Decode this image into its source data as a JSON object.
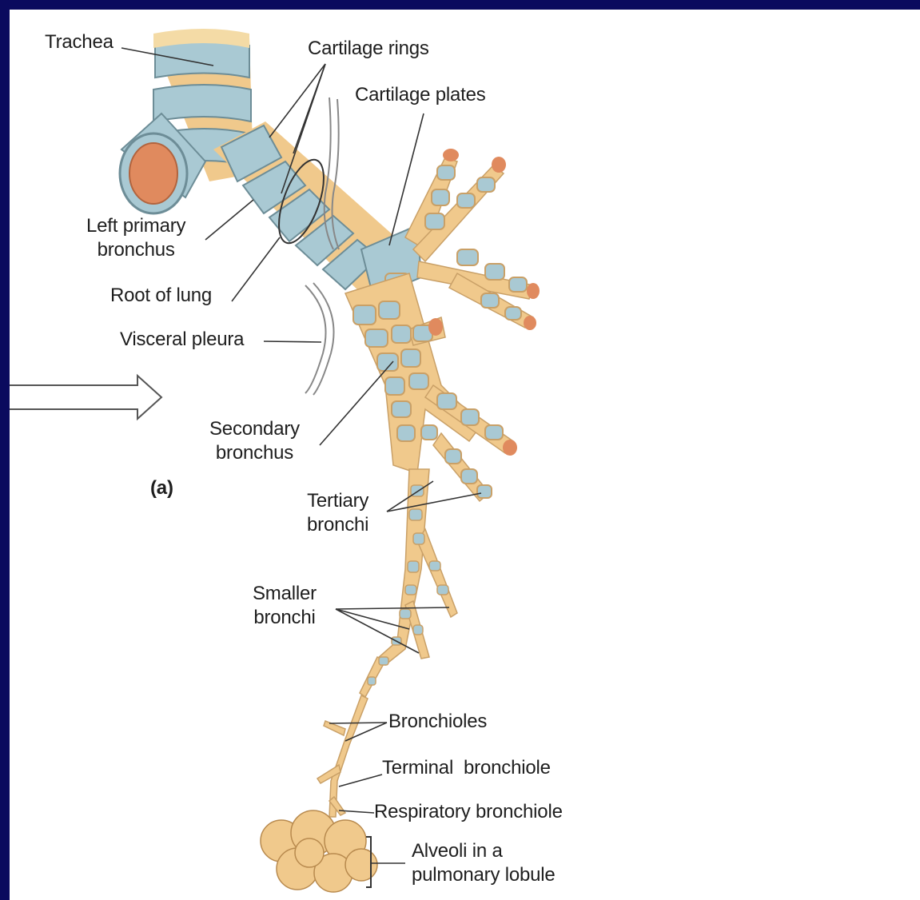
{
  "figure": {
    "panel_label": "(a)",
    "labels": {
      "trachea": "Trachea",
      "cartilage_rings": "Cartilage rings",
      "cartilage_plates": "Cartilage plates",
      "left_primary_bronchus": [
        "Left primary",
        "bronchus"
      ],
      "root_of_lung": "Root of lung",
      "visceral_pleura": "Visceral pleura",
      "secondary_bronchus": [
        "Secondary",
        "bronchus"
      ],
      "tertiary_bronchi": [
        "Tertiary",
        "bronchi"
      ],
      "smaller_bronchi": [
        "Smaller",
        "bronchi"
      ],
      "bronchioles": "Bronchioles",
      "terminal_bronchiole": "Terminal  bronchiole",
      "respiratory_bronchiole": "Respiratory bronchiole",
      "alveoli": [
        "Alveoli in a",
        "pulmonary lobule"
      ]
    }
  },
  "colors": {
    "frame": "#0a0a5e",
    "cartilage": "#a9c9d3",
    "tissue": "#f0c98c",
    "lumen": "#e08a5e",
    "leader": "#333333"
  }
}
